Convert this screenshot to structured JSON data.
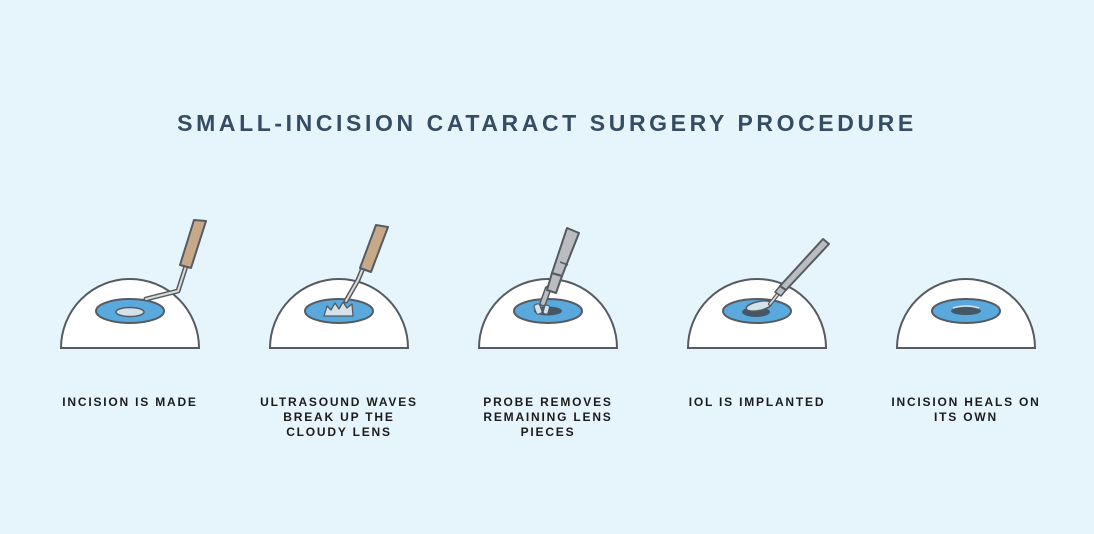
{
  "title": "SMALL-INCISION CATARACT SURGERY PROCEDURE",
  "colors": {
    "background": "#e6f4fc",
    "title": "#354c63",
    "iris": "#5aa9dd",
    "lens": "#d4e2ea",
    "lens_dark": "#465764",
    "handle": "#c7a98a",
    "outline": "#555b61"
  },
  "steps": [
    {
      "caption": "INCISION IS MADE",
      "icon": "scalpel-icon"
    },
    {
      "caption": "ULTRASOUND WAVES\nBREAK UP THE\nCLOUDY LENS",
      "icon": "ultrasound-probe-icon"
    },
    {
      "caption": "PROBE REMOVES\nREMAINING LENS\nPIECES",
      "icon": "aspiration-probe-icon"
    },
    {
      "caption": "IOL IS IMPLANTED",
      "icon": "iol-injector-icon"
    },
    {
      "caption": "INCISION HEALS ON\nITS OWN",
      "icon": "healed-eye-icon"
    }
  ]
}
